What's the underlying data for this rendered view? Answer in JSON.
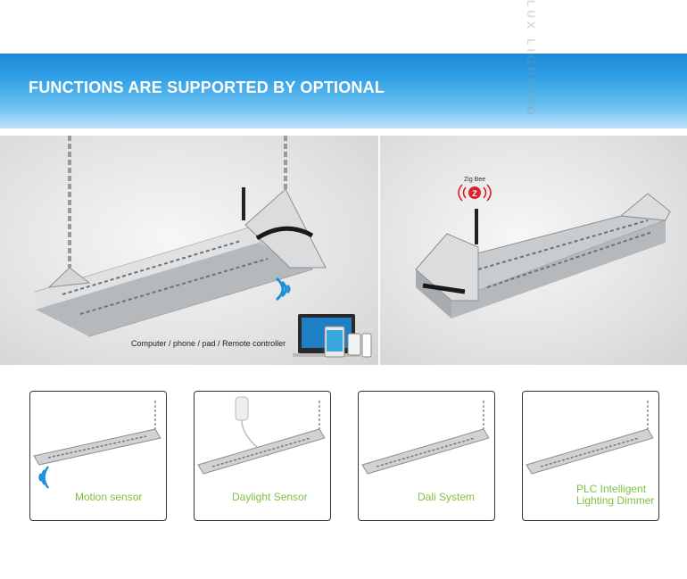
{
  "banner": {
    "title": "FUNCTIONS ARE SUPPORTED BY OPTIONAL"
  },
  "watermark": {
    "text": "LUX LIGHTING"
  },
  "left_panel": {
    "caption": "Computer / phone / pad / Remote controller"
  },
  "right_panel": {
    "zigbee_label": "Zig Bee"
  },
  "cards": [
    {
      "label": "Motion sensor"
    },
    {
      "label": "Daylight Sensor"
    },
    {
      "label": "Dali System"
    },
    {
      "label_line1": "PLC Intelligent",
      "label_line2": "Lighting Dimmer"
    }
  ],
  "colors": {
    "banner_blue": "#1d8ad6",
    "label_green": "#7cc242",
    "signal_blue": "#1e90d8",
    "zigbee_red": "#d8222a"
  }
}
